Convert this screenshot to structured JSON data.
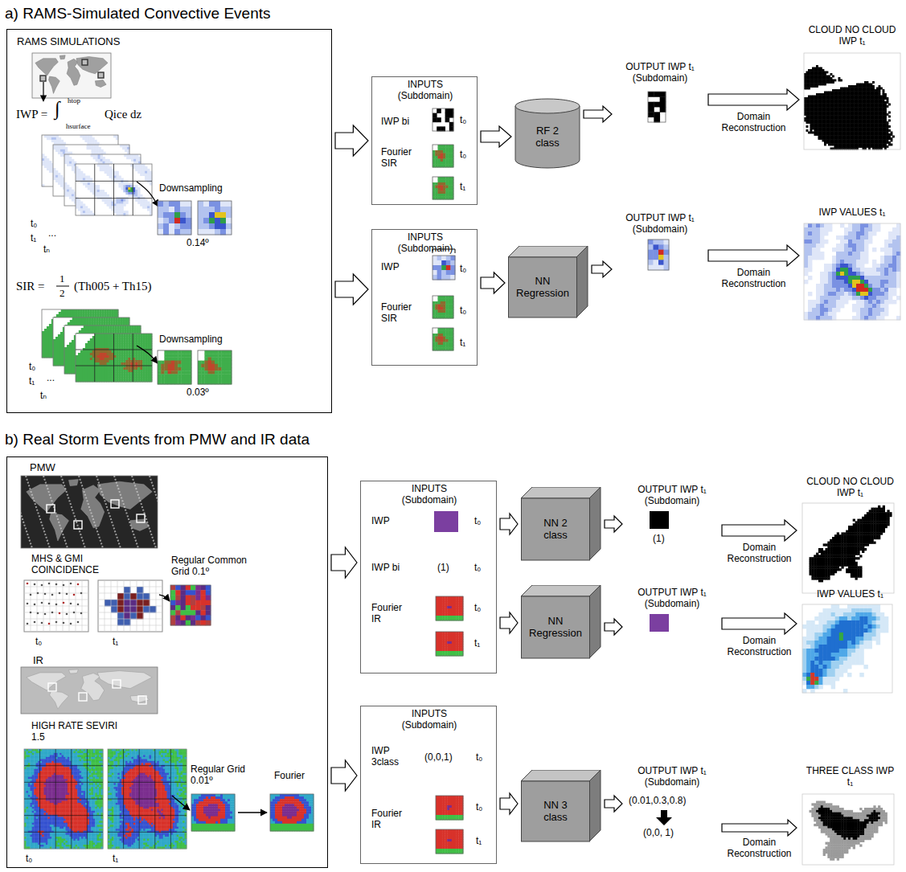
{
  "diagram": {
    "nodes": [
      {
        "text": [
          "RAMS SIMULATIONS"
        ]
      },
      {
        "text": [
          "INPUTS (Subdomain)"
        ]
      },
      {
        "text": [
          "RF 2 class"
        ]
      },
      {
        "text": [
          "OUTPUT IWP t₁ (Subdomain)"
        ]
      },
      {
        "text": [
          "CLOUD NO CLOUD IWP t₁"
        ]
      },
      {
        "text": [
          "INPUTS (Subdomain)"
        ]
      },
      {
        "text": [
          "NN Regression"
        ]
      },
      {
        "text": [
          "OUTPUT IWP t₁ (Subdomain)"
        ]
      },
      {
        "text": [
          "IWP VALUES t₁"
        ]
      },
      {
        "text": [
          "PMW",
          "MHS & GMI COINCIDENCE",
          "Regular Common Grid 0.1º",
          "IR",
          "HIGH RATE SEVIRI 1.5",
          "Regular Grid 0.01º",
          "Fourier"
        ]
      },
      {
        "text": [
          "INPUTS (Subdomain)"
        ]
      },
      {
        "text": [
          "NN 2 class"
        ]
      },
      {
        "text": [
          "OUTPUT IWP t₁ (Subdomain)"
        ]
      },
      {
        "text": [
          "CLOUD NO CLOUD IWP t₁"
        ]
      },
      {
        "text": [
          "NN Regression"
        ]
      },
      {
        "text": [
          "OUTPUT IWP t₁ (Subdomain)"
        ]
      },
      {
        "text": [
          "IWP VALUES t₁"
        ]
      },
      {
        "text": [
          "INPUTS (Subdomain)"
        ]
      },
      {
        "text": [
          "NN 3 class"
        ]
      },
      {
        "text": [
          "OUTPUT IWP t₁ (Subdomain)"
        ]
      },
      {
        "text": [
          "THREE CLASS IWP t₁"
        ]
      }
    ],
    "edges": [
      {
        "from": 0,
        "to": 1,
        "arrow": "to"
      },
      {
        "from": 0,
        "to": 5,
        "arrow": "to"
      },
      {
        "from": 1,
        "to": 2,
        "arrow": "to"
      },
      {
        "from": 2,
        "to": 3,
        "arrow": "to"
      },
      {
        "from": 3,
        "to": 4,
        "arrow": "to",
        "label": "Domain Reconstruction"
      },
      {
        "from": 5,
        "to": 6,
        "arrow": "to"
      },
      {
        "from": 6,
        "to": 7,
        "arrow": "to"
      },
      {
        "from": 7,
        "to": 8,
        "arrow": "to",
        "label": "Domain Reconstruction"
      },
      {
        "from": 9,
        "to": 10,
        "arrow": "to"
      },
      {
        "from": 9,
        "to": 17,
        "arrow": "to"
      },
      {
        "from": 10,
        "to": 11,
        "arrow": "to"
      },
      {
        "from": 10,
        "to": 14,
        "arrow": "to"
      },
      {
        "from": 11,
        "to": 12,
        "arrow": "to"
      },
      {
        "from": 12,
        "to": 13,
        "arrow": "to",
        "label": "Domain Reconstruction"
      },
      {
        "from": 14,
        "to": 15,
        "arrow": "to"
      },
      {
        "from": 15,
        "to": 16,
        "arrow": "to",
        "label": "Domain Reconstruction"
      },
      {
        "from": 17,
        "to": 18,
        "arrow": "to"
      },
      {
        "from": 18,
        "to": 19,
        "arrow": "to"
      },
      {
        "from": 19,
        "to": 20,
        "arrow": "to",
        "label": "Domain Reconstruction"
      }
    ],
    "labels": [
      "a) RAMS-Simulated Convective Events",
      "IWP =",
      "∫",
      "htop",
      "hsurface",
      "Qice dz",
      "t₀",
      "t₁",
      "...",
      "tₙ",
      "Downsampling",
      "0.14º",
      "SIR =",
      "1",
      "2",
      "(Th005 + Th15)",
      "t₀",
      "t₁",
      "...",
      "tₙ",
      "Downsampling",
      "0.03º",
      "IWP bi",
      "t₀",
      "Fourier SIR",
      "t₀",
      "t₁",
      "IWP",
      "t₀",
      "Fourier SIR",
      "t₀",
      "t₁",
      "b) Real Storm Events from PMW and IR data",
      "t₀",
      "t₁",
      "t₀",
      "t₁",
      "IWP",
      "t₀",
      "IWP bi",
      "(1)",
      "t₀",
      "Fourier IR",
      "t₀",
      "t₁",
      "(1)",
      "IWP 3class",
      "(0,0,1)",
      "t₀",
      "Fourier IR",
      "t₀",
      "t₁",
      "(0.01,0.3,0.8)",
      "(0,0, 1)"
    ]
  }
}
